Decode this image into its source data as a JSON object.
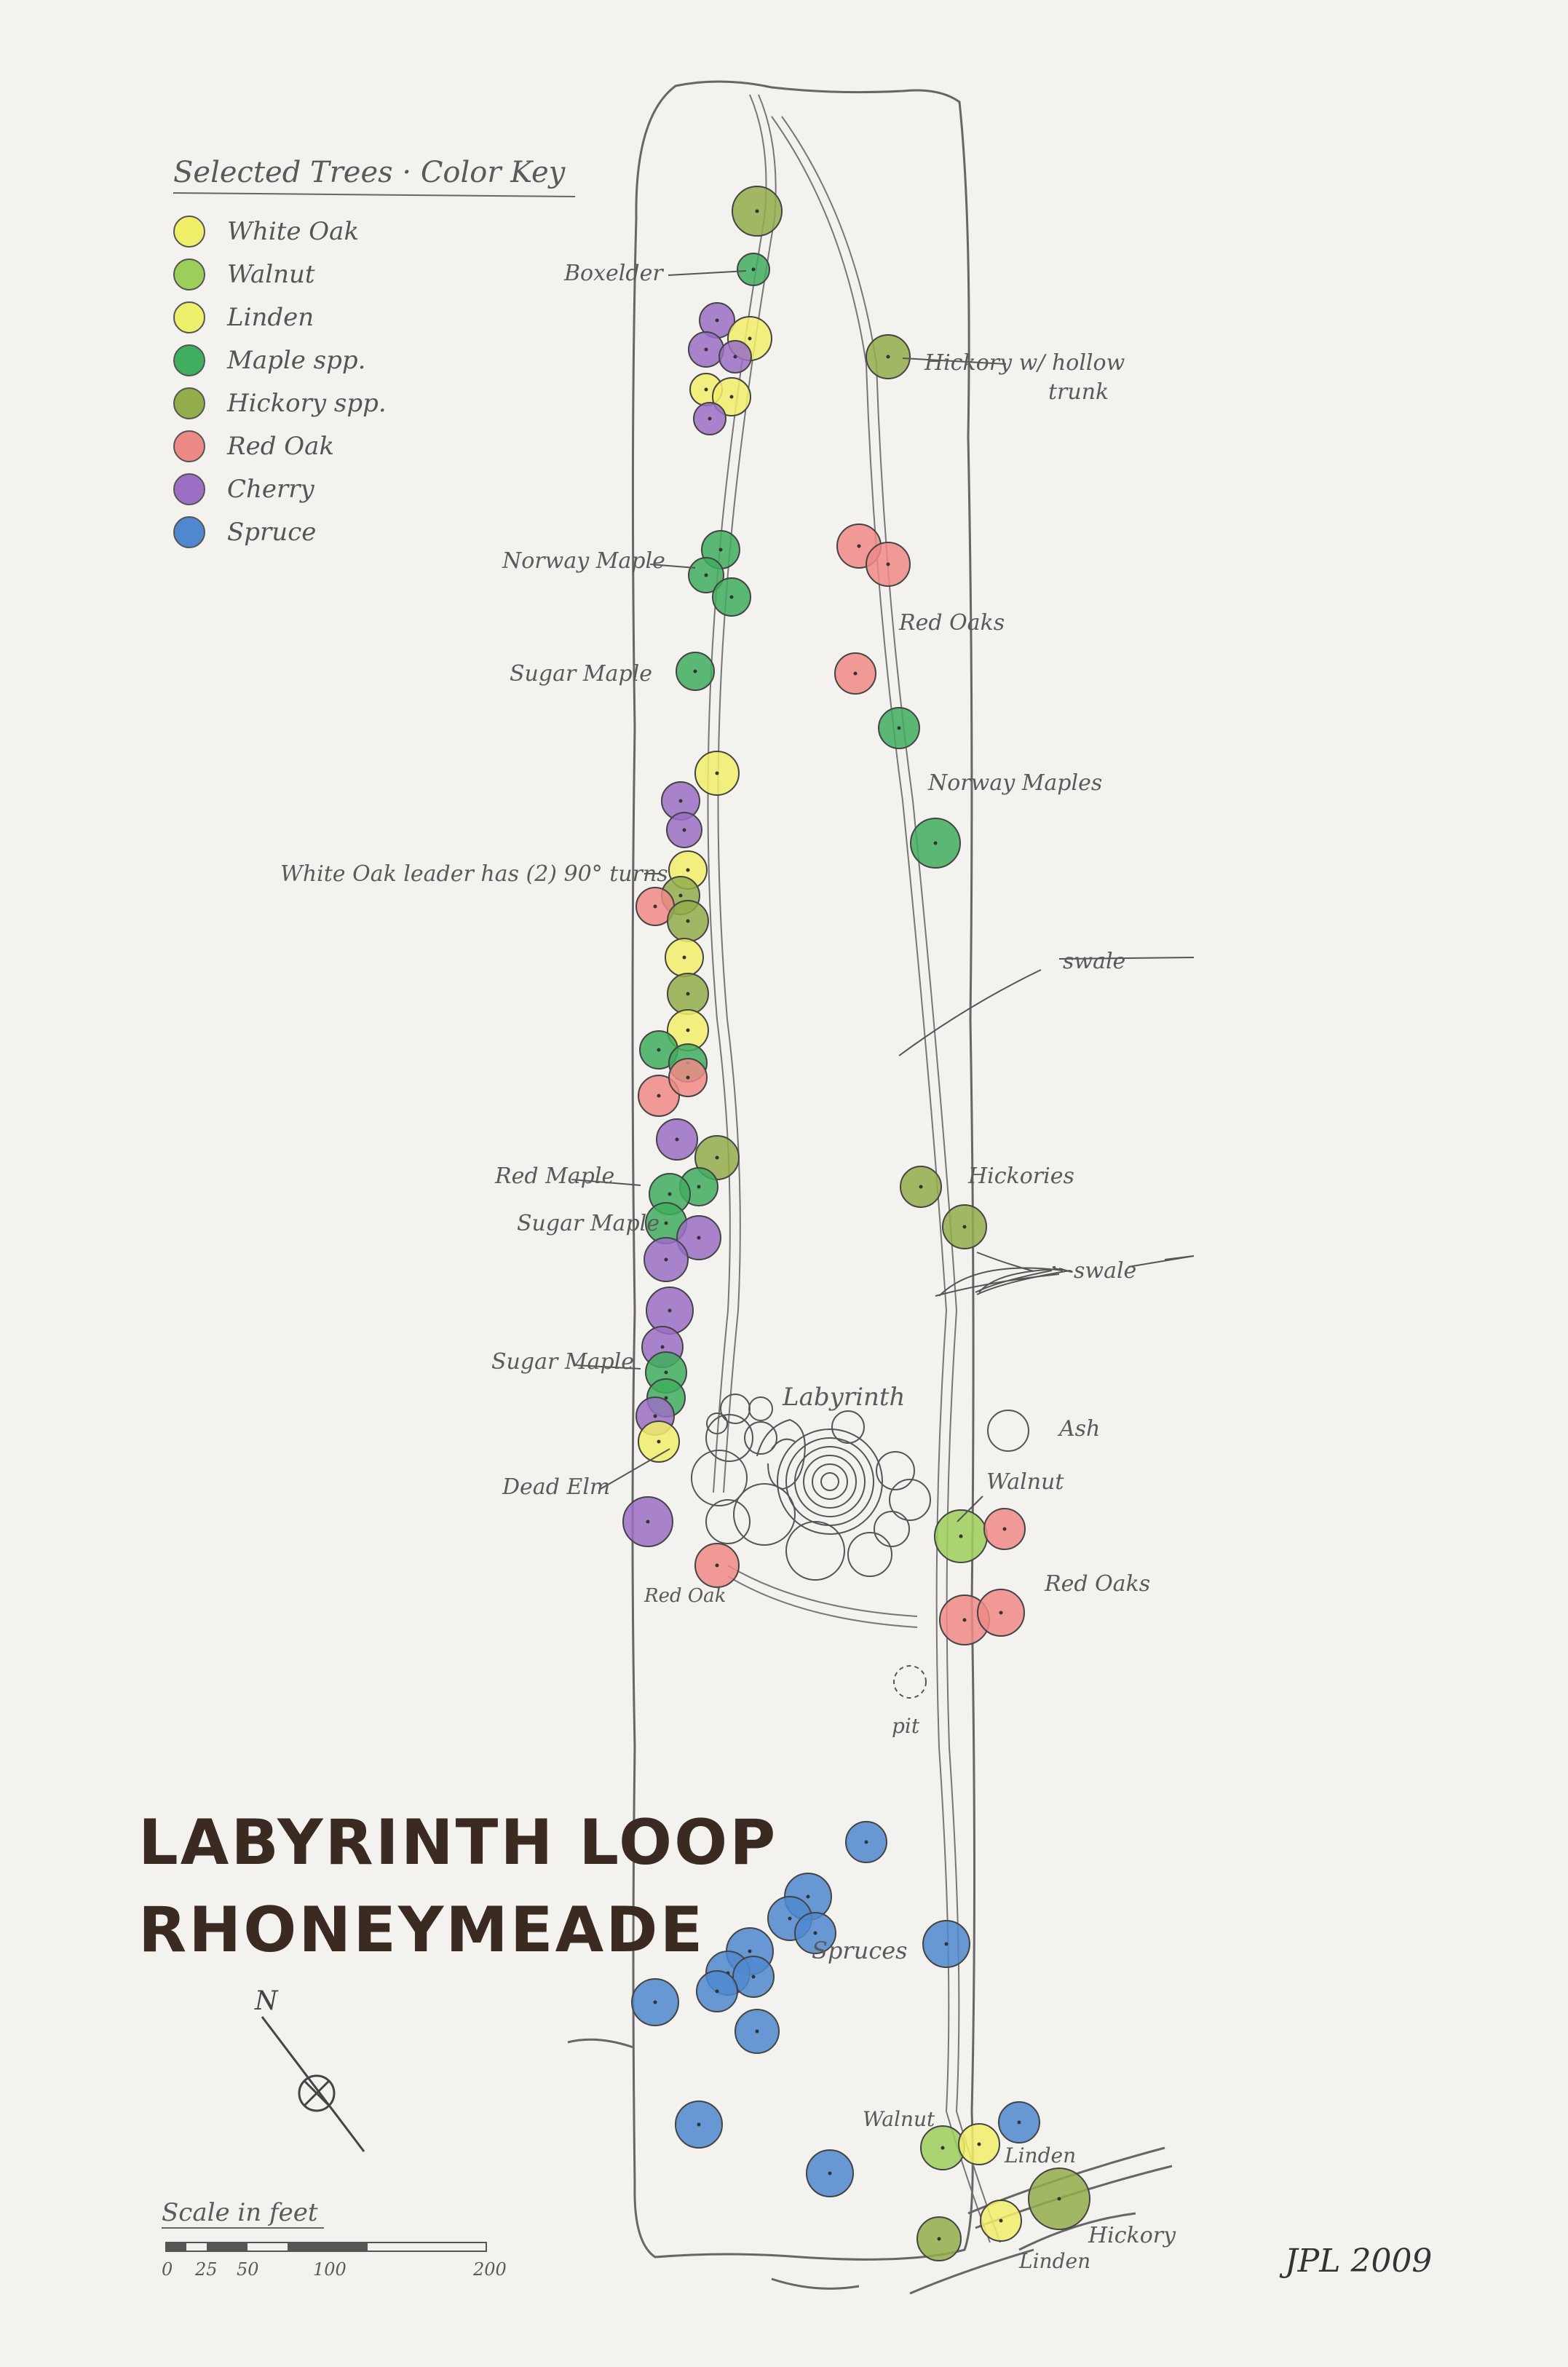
{
  "legend": {
    "title": "Selected Trees · Color Key",
    "items": [
      {
        "label": "White Oak",
        "color": "#f1ef6a"
      },
      {
        "label": "Walnut",
        "color": "#9ccf5a"
      },
      {
        "label": "Linden",
        "color": "#ecf06a"
      },
      {
        "label": "Maple spp.",
        "color": "#3fae5e"
      },
      {
        "label": "Hickory spp.",
        "color": "#93ad4a"
      },
      {
        "label": "Red Oak",
        "color": "#ee8a86"
      },
      {
        "label": "Cherry",
        "color": "#9a6fc4"
      },
      {
        "label": "Spruce",
        "color": "#4f88cf"
      }
    ]
  },
  "labels": {
    "boxelder": "Boxelder",
    "hickory_hollow": "Hickory w/ hollow",
    "hickory_hollow_2": "trunk",
    "norway_maple": "Norway Maple",
    "red_oaks_upper": "Red Oaks",
    "sugar_maple_upper": "Sugar Maple",
    "norway_maples": "Norway Maples",
    "white_oak_leader": "White Oak leader has (2) 90° turns",
    "swale_upper": "swale",
    "red_maple": "Red Maple",
    "sugar_maple_mid": "Sugar Maple",
    "hickories": "Hickories",
    "swale_lower": "swale",
    "sugar_maple_lower": "Sugar Maple",
    "labyrinth": "Labyrinth",
    "ash": "Ash",
    "dead_elm": "Dead Elm",
    "walnut_mid": "Walnut",
    "red_oak_small": "Red Oak",
    "red_oaks_lower": "Red Oaks",
    "pit": "pit",
    "spruces": "Spruces",
    "walnut_bottom": "Walnut",
    "linden_right": "Linden",
    "hickory_bottom": "Hickory",
    "linden_bottom": "Linden"
  },
  "title": {
    "line1": "LABYRINTH LOOP",
    "line2": "RHONEYMEADE"
  },
  "compass": {
    "north": "N"
  },
  "scale": {
    "label": "Scale in feet",
    "ticks": [
      "0",
      "25",
      "50",
      "100",
      "200"
    ]
  },
  "signature": "JPL 2009",
  "tree_colors": {
    "yellow": "#f1ef6a",
    "walnut": "#9ccf5a",
    "maple": "#3fae5e",
    "hickory": "#93ad4a",
    "redoak": "#ee8a86",
    "cherry": "#9a6fc4",
    "spruce": "#4f88cf"
  }
}
